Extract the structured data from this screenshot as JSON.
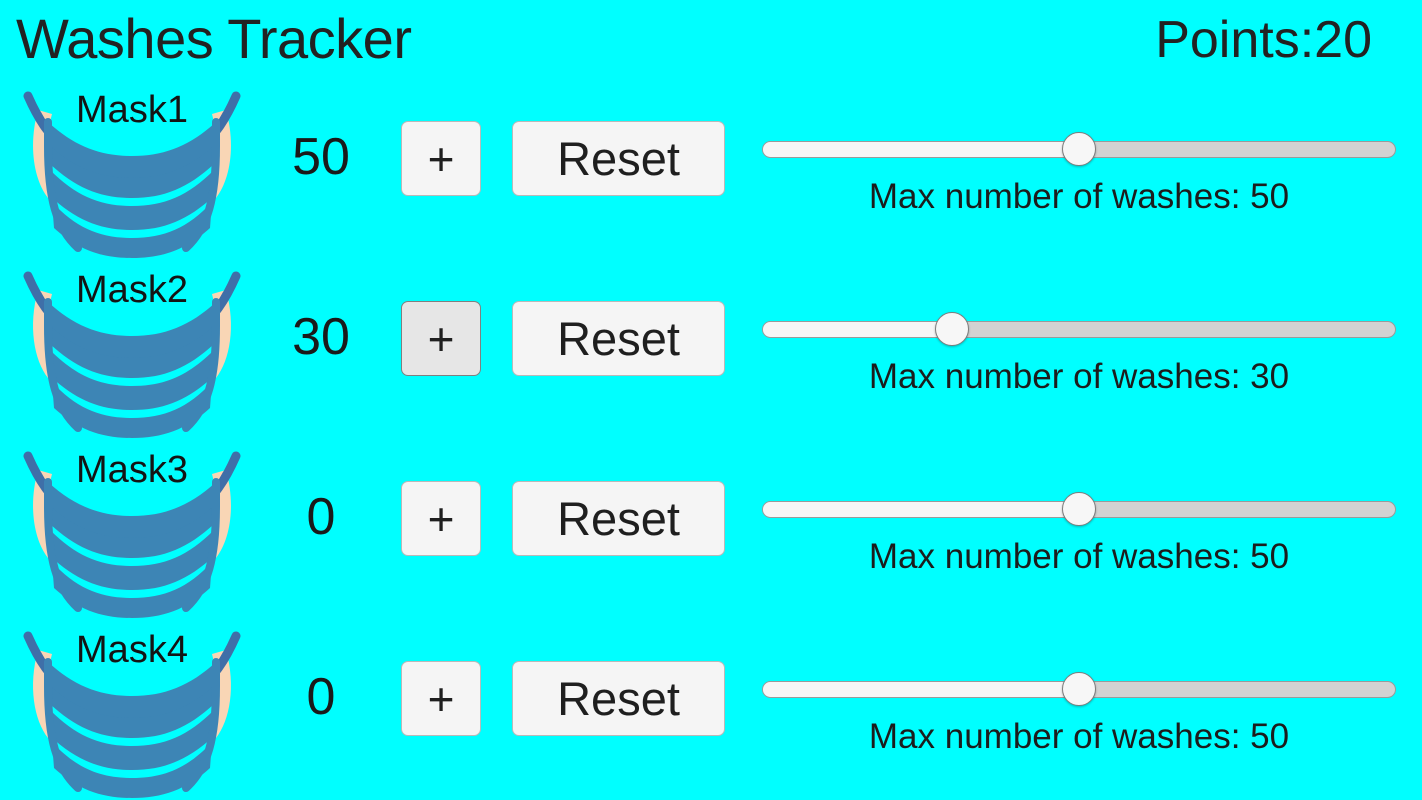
{
  "header": {
    "title": "Washes Tracker",
    "points_label": "Points:20"
  },
  "colors": {
    "background": "#00ffff",
    "mask_body": "#3d85b5",
    "mask_arc": "#3f6fa8",
    "mask_earloop": "#f9d6b5",
    "button_face": "#f5f5f5",
    "button_face_pressed": "#e6e6e6",
    "slider_track": "#d2d2d2",
    "slider_fill": "#f6f6f6",
    "text": "#1c1c1c"
  },
  "slider": {
    "min": 0,
    "max": 100
  },
  "rows": [
    {
      "mask_label": "Mask1",
      "count": "50",
      "plus_label": "+",
      "reset_label": "Reset",
      "slider_value": 50,
      "slider_caption": "Max number of washes: 50",
      "plus_pressed": false,
      "mask_icon": "face-mask-icon"
    },
    {
      "mask_label": "Mask2",
      "count": "30",
      "plus_label": "+",
      "reset_label": "Reset",
      "slider_value": 30,
      "slider_caption": "Max number of washes: 30",
      "plus_pressed": true,
      "mask_icon": "face-mask-icon"
    },
    {
      "mask_label": "Mask3",
      "count": "0",
      "plus_label": "+",
      "reset_label": "Reset",
      "slider_value": 50,
      "slider_caption": "Max number of washes: 50",
      "plus_pressed": false,
      "mask_icon": "face-mask-icon"
    },
    {
      "mask_label": "Mask4",
      "count": "0",
      "plus_label": "+",
      "reset_label": "Reset",
      "slider_value": 50,
      "slider_caption": "Max number of washes: 50",
      "plus_pressed": false,
      "mask_icon": "face-mask-icon"
    }
  ]
}
